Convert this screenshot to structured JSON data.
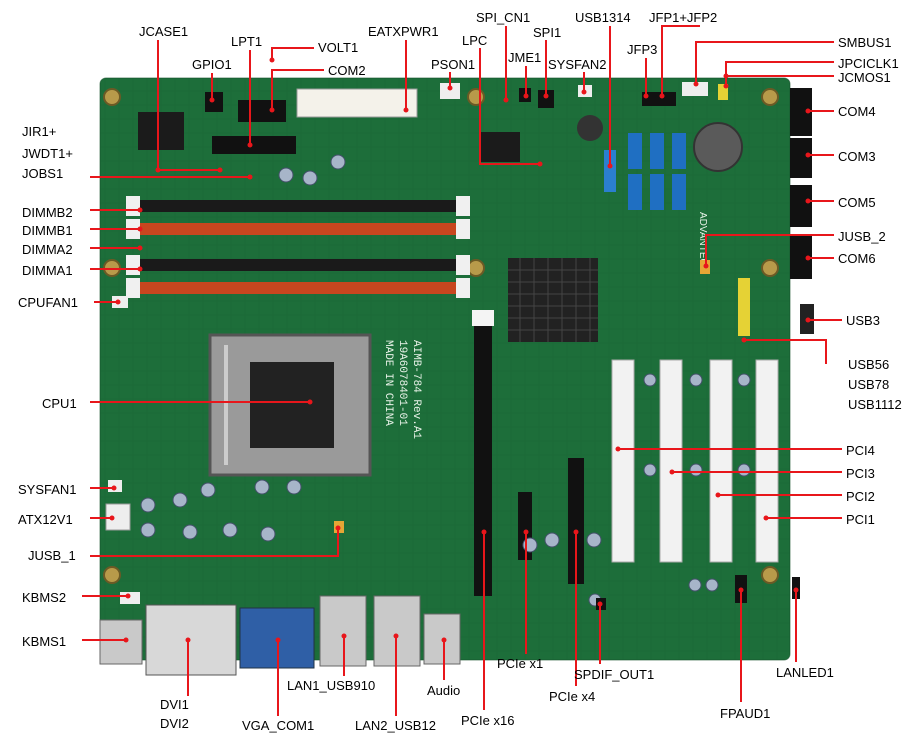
{
  "colors": {
    "pcb": "#1d6e3a",
    "pcb_dark": "#13502a",
    "leader": "#e8161b",
    "dimm_orange": "#c8461f",
    "dimm_black": "#1a1a1a",
    "sata_blue": "#1f6fc2",
    "pci_white": "#f2f2f2",
    "heatsink": "#222222"
  },
  "board_text": {
    "model": "AIMB-784 Rev.A1",
    "part": "19A6078401-01",
    "origin": "MADE IN CHINA",
    "brand": "ADVANTECH"
  },
  "labels": {
    "jcase1": "JCASE1",
    "lpt1": "LPT1",
    "volt1": "VOLT1",
    "eatxpwr1": "EATXPWR1",
    "spi_cn1": "SPI_CN1",
    "usb1314": "USB1314",
    "jfp1_jfp2": "JFP1+JFP2",
    "gpio1": "GPIO1",
    "com2": "COM2",
    "lpc": "LPC",
    "spi1": "SPI1",
    "jme1": "JME1",
    "pson1": "PSON1",
    "sysfan2": "SYSFAN2",
    "jfp3": "JFP3",
    "smbus1": "SMBUS1",
    "jpciclk1": "JPCICLK1",
    "jcmos1": "JCMOS1",
    "com4": "COM4",
    "jir1": "JIR1+",
    "jwdt1": "JWDT1+",
    "jobs1": "JOBS1",
    "com3": "COM3",
    "com5": "COM5",
    "dimmb2": "DIMMB2",
    "dimmb1": "DIMMB1",
    "dimma2": "DIMMA2",
    "dimma1": "DIMMA1",
    "jusb_2": "JUSB_2",
    "com6": "COM6",
    "cpufan1": "CPUFAN1",
    "usb3": "USB3",
    "usb56": "USB56",
    "usb78": "USB78",
    "usb1112": "USB1112",
    "cpu1": "CPU1",
    "pci4": "PCI4",
    "pci3": "PCI3",
    "pci2": "PCI2",
    "pci1": "PCI1",
    "sysfan1": "SYSFAN1",
    "atx12v1": "ATX12V1",
    "jusb_1": "JUSB_1",
    "kbms2": "KBMS2",
    "kbms1": "KBMS1",
    "pcie_x1": "PCIe x1",
    "spdif_out1": "SPDIF_OUT1",
    "lanled1": "LANLED1",
    "lan1_usb910": "LAN1_USB910",
    "audio": "Audio",
    "pcie_x4": "PCIe x4",
    "dvi1": "DVI1",
    "dvi2": "DVI2",
    "vga_com1": "VGA_COM1",
    "lan2_usb12": "LAN2_USB12",
    "pcie_x16": "PCIe x16",
    "fpaud1": "FPAUD1"
  }
}
